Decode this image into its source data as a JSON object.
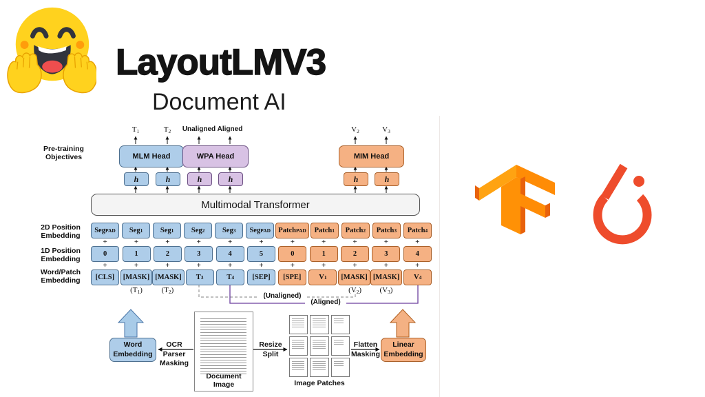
{
  "header": {
    "title": "LayoutLMV3",
    "subtitle": "Document AI"
  },
  "icons": {
    "huggingface": "hugging-face-emoji",
    "tensorflow": "tensorflow-logo",
    "pytorch": "pytorch-logo"
  },
  "colors": {
    "blue_fill": "#AECDE9",
    "purple_fill": "#D8C2E4",
    "orange_fill": "#F5B183",
    "transformer_fill": "#F4F4F4",
    "aligned_line": "#6C3F9E",
    "pytorch_red": "#EE4C2C",
    "tf_orange": "#FF8C06",
    "hf_yellow": "#FFD21E"
  },
  "diagram": {
    "pretraining_label": [
      "Pre-training",
      "Objectives"
    ],
    "top_labels": [
      {
        "b": "T",
        "s": "1"
      },
      {
        "b": "T",
        "s": "2"
      },
      {
        "b": "Unaligned"
      },
      {
        "b": "Aligned"
      },
      {
        "b": "V",
        "s": "2"
      },
      {
        "b": "V",
        "s": "3"
      }
    ],
    "heads": [
      {
        "label": "MLM Head"
      },
      {
        "label": "WPA Head"
      },
      {
        "label": "MIM Head"
      }
    ],
    "h_label": "h",
    "transformer_label": "Multimodal Transformer",
    "row_labels": [
      [
        "2D Position",
        "Embedding"
      ],
      [
        "1D Position",
        "Embedding"
      ],
      [
        "Word/Patch",
        "Embedding"
      ]
    ],
    "tokens": {
      "row_2d": [
        {
          "b": "Seg",
          "s": "PAD"
        },
        {
          "b": "Seg",
          "s": "1"
        },
        {
          "b": "Seg",
          "s": "1"
        },
        {
          "b": "Seg",
          "s": "2"
        },
        {
          "b": "Seg",
          "s": "3"
        },
        {
          "b": "Seg",
          "s": "PAD"
        },
        {
          "b": "Patch",
          "s": "PAD"
        },
        {
          "b": "Patch",
          "s": "1"
        },
        {
          "b": "Patch",
          "s": "2"
        },
        {
          "b": "Patch",
          "s": "3"
        },
        {
          "b": "Patch",
          "s": "4"
        }
      ],
      "row_1d": [
        "0",
        "1",
        "2",
        "3",
        "4",
        "5",
        "0",
        "1",
        "2",
        "3",
        "4"
      ],
      "row_word": [
        {
          "b": "[CLS]"
        },
        {
          "b": "[MASK]"
        },
        {
          "b": "[MASK]"
        },
        {
          "b": "T",
          "s": "3"
        },
        {
          "b": "T",
          "s": "4"
        },
        {
          "b": "[SEP]"
        },
        {
          "b": "[SPE]"
        },
        {
          "b": "V",
          "s": "1"
        },
        {
          "b": "[MASK]"
        },
        {
          "b": "[MASK]"
        },
        {
          "b": "V",
          "s": "4"
        }
      ],
      "plus_row": [
        "+",
        "+",
        "+",
        "+",
        "+",
        "+",
        "+",
        "+",
        "+",
        "+",
        "+"
      ],
      "annotations": [
        {
          "col": 1,
          "p": "(T",
          "s": "1",
          "q": ")"
        },
        {
          "col": 2,
          "p": "(T",
          "s": "2",
          "q": ")"
        },
        {
          "col": 8,
          "p": "(V",
          "s": "2",
          "q": ")"
        },
        {
          "col": 9,
          "p": "(V",
          "s": "3",
          "q": ")"
        }
      ]
    },
    "alignment": {
      "unaligned_label": "(Unaligned)",
      "aligned_label": "(Aligned)"
    },
    "bottom": {
      "word_embedding": [
        "Word",
        "Embedding"
      ],
      "ocr": [
        "OCR Parser",
        "Masking"
      ],
      "document_image": "Document Image",
      "resize": [
        "Resize",
        "Split"
      ],
      "image_patches": "Image Patches",
      "flatten": [
        "Flatten",
        "Masking"
      ],
      "linear_embedding": [
        "Linear",
        "Embedding"
      ]
    }
  }
}
